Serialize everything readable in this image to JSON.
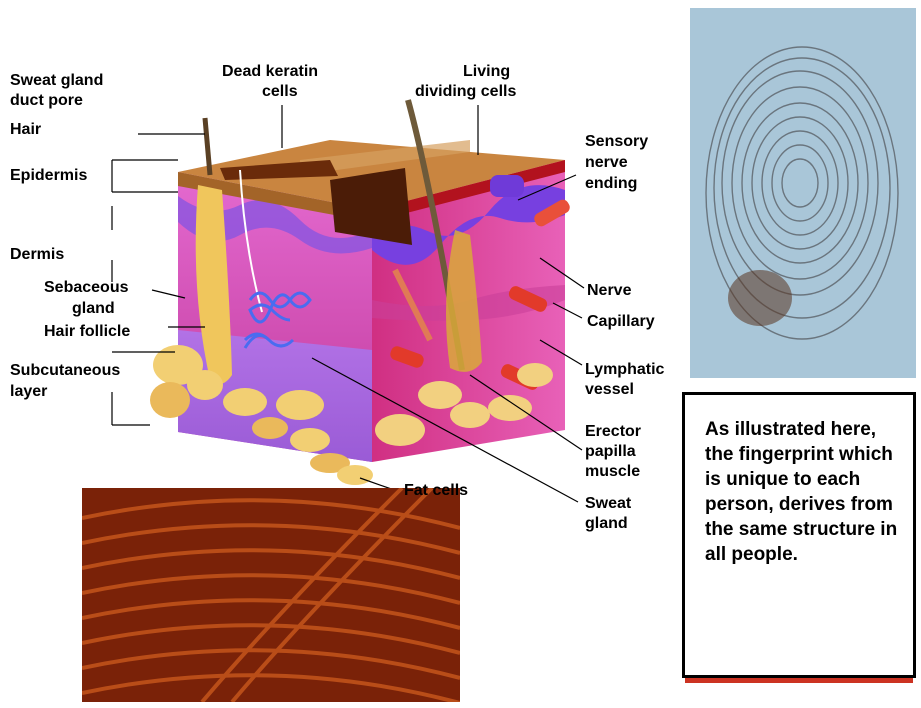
{
  "labels": {
    "sweat_gland_duct_pore_1": "Sweat gland",
    "sweat_gland_duct_pore_2": "duct pore",
    "hair": "Hair",
    "epidermis": "Epidermis",
    "dermis": "Dermis",
    "sebaceous_gland_1": "Sebaceous",
    "sebaceous_gland_2": "gland",
    "hair_follicle": "Hair follicle",
    "subcutaneous_layer_1": "Subcutaneous",
    "subcutaneous_layer_2": "layer",
    "dead_keratin_cells_1": "Dead keratin",
    "dead_keratin_cells_2": "cells",
    "living_dividing_cells_1": "Living",
    "living_dividing_cells_2": "dividing cells",
    "sensory_nerve_ending_1": "Sensory",
    "sensory_nerve_ending_2": "nerve",
    "sensory_nerve_ending_3": "ending",
    "nerve": "Nerve",
    "capillary": "Capillary",
    "lymphatic_vessel_1": "Lymphatic",
    "lymphatic_vessel_2": "vessel",
    "erector_papilla_muscle_1": "Erector",
    "erector_papilla_muscle_2": "papilla",
    "erector_papilla_muscle_3": "muscle",
    "fat_cells": "Fat cells",
    "sweat_gland_1": "Sweat",
    "sweat_gland_2": "gland"
  },
  "caption": "As illustrated here, the fingerprint which is unique to each person, derives from the same structure in all people.",
  "colors": {
    "epidermis_top": "#c9843a",
    "dermis": "#d64fb0",
    "subcutaneous": "#a35ad8",
    "fat": "#f2cf73",
    "ridge_photo": "#7a2208",
    "fingerprint_bg": "#a9c6d8",
    "caption_accent": "#cc3322"
  }
}
